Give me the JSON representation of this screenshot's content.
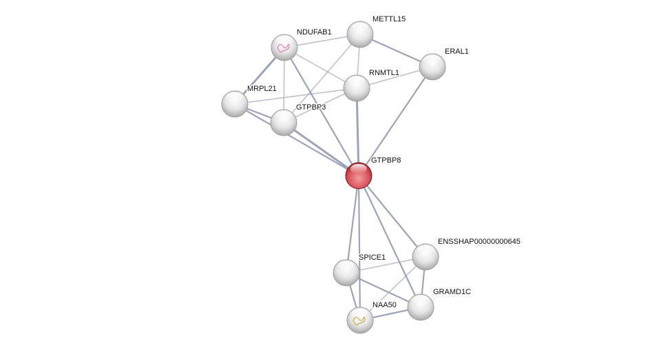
{
  "network": {
    "query_node": "GTPBP8",
    "colors": {
      "query": "#d9535b",
      "node": "#e8e8e8",
      "edge": "#8c93ad"
    },
    "nodes": [
      {
        "id": "NDUFAB1",
        "label": "NDUFAB1",
        "structure": "pink-ribbon"
      },
      {
        "id": "METTL15",
        "label": "METTL15"
      },
      {
        "id": "ERAL1",
        "label": "ERAL1"
      },
      {
        "id": "RNMTL1",
        "label": "RNMTL1"
      },
      {
        "id": "MRPL21",
        "label": "MRPL21"
      },
      {
        "id": "GTPBP3",
        "label": "GTPBP3"
      },
      {
        "id": "GTPBP8",
        "label": "GTPBP8",
        "query": true
      },
      {
        "id": "ENSSHAP00000000645",
        "label": "ENSSHAP00000000645"
      },
      {
        "id": "SPICE1",
        "label": "SPICE1"
      },
      {
        "id": "GRAMD1C",
        "label": "GRAMD1C"
      },
      {
        "id": "NAA50",
        "label": "NAA50",
        "structure": "yellow-ribbon"
      }
    ],
    "edges": [
      [
        "NDUFAB1",
        "METTL15",
        1
      ],
      [
        "NDUFAB1",
        "MRPL21",
        3
      ],
      [
        "NDUFAB1",
        "GTPBP3",
        1
      ],
      [
        "NDUFAB1",
        "RNMTL1",
        1
      ],
      [
        "NDUFAB1",
        "GTPBP8",
        2
      ],
      [
        "METTL15",
        "GTPBP3",
        1
      ],
      [
        "METTL15",
        "RNMTL1",
        1
      ],
      [
        "METTL15",
        "ERAL1",
        2
      ],
      [
        "MRPL21",
        "RNMTL1",
        1
      ],
      [
        "RNMTL1",
        "ERAL1",
        1
      ],
      [
        "ERAL1",
        "GTPBP8",
        2
      ],
      [
        "RNMTL1",
        "GTPBP8",
        3
      ],
      [
        "RNMTL1",
        "GTPBP3",
        1
      ],
      [
        "MRPL21",
        "GTPBP3",
        2
      ],
      [
        "MRPL21",
        "GTPBP8",
        2
      ],
      [
        "GTPBP3",
        "GTPBP8",
        3
      ],
      [
        "GTPBP8",
        "SPICE1",
        2
      ],
      [
        "GTPBP8",
        "NAA50",
        2
      ],
      [
        "GTPBP8",
        "GRAMD1C",
        2
      ],
      [
        "GTPBP8",
        "ENSSHAP00000000645",
        2
      ],
      [
        "SPICE1",
        "ENSSHAP00000000645",
        1
      ],
      [
        "SPICE1",
        "GRAMD1C",
        2
      ],
      [
        "SPICE1",
        "NAA50",
        2
      ],
      [
        "ENSSHAP00000000645",
        "NAA50",
        1
      ],
      [
        "ENSSHAP00000000645",
        "GRAMD1C",
        2
      ],
      [
        "NAA50",
        "GRAMD1C",
        2
      ]
    ]
  }
}
